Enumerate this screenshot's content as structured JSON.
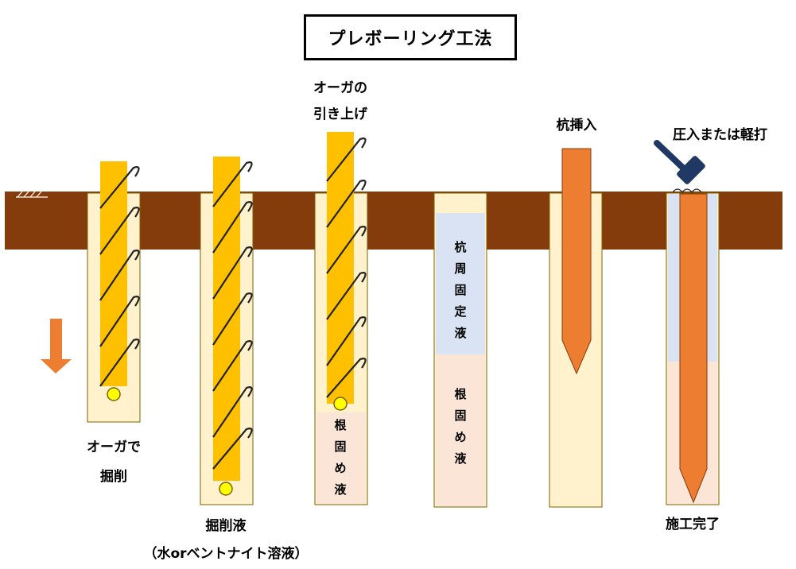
{
  "title": "プレボーリング工法",
  "steps": {
    "excavate": {
      "line1": "オーガで",
      "line2": "掘削"
    },
    "fluid": {
      "line1": "掘削液",
      "line2": "（水orベントナイト溶液）"
    },
    "lift": {
      "line1": "オーガの",
      "line2": "引き上げ"
    },
    "insert": {
      "line1": "杭挿入"
    },
    "press": {
      "line1": "圧入または軽打"
    },
    "complete": {
      "line1": "施工完了"
    }
  },
  "liquids": {
    "pile_fix": [
      "杭",
      "周",
      "固",
      "定",
      "液"
    ],
    "root_fix": [
      "根",
      "固",
      "め",
      "液"
    ]
  },
  "colors": {
    "ground": "#843c0c",
    "hole_fill": "#fff2cc",
    "hole_outline": "#7f6000",
    "auger_shaft": "#ffc000",
    "auger_bit": "#ffff00",
    "pile": "#ed7d31",
    "pile_fix_liquid": "#dae3f3",
    "root_fix_liquid": "#fbe5d6",
    "hammer": "#1f3864",
    "arrow": "#ed7d31"
  },
  "icons": {
    "arrow": "down-arrow-icon",
    "hammer": "hammer-icon"
  }
}
